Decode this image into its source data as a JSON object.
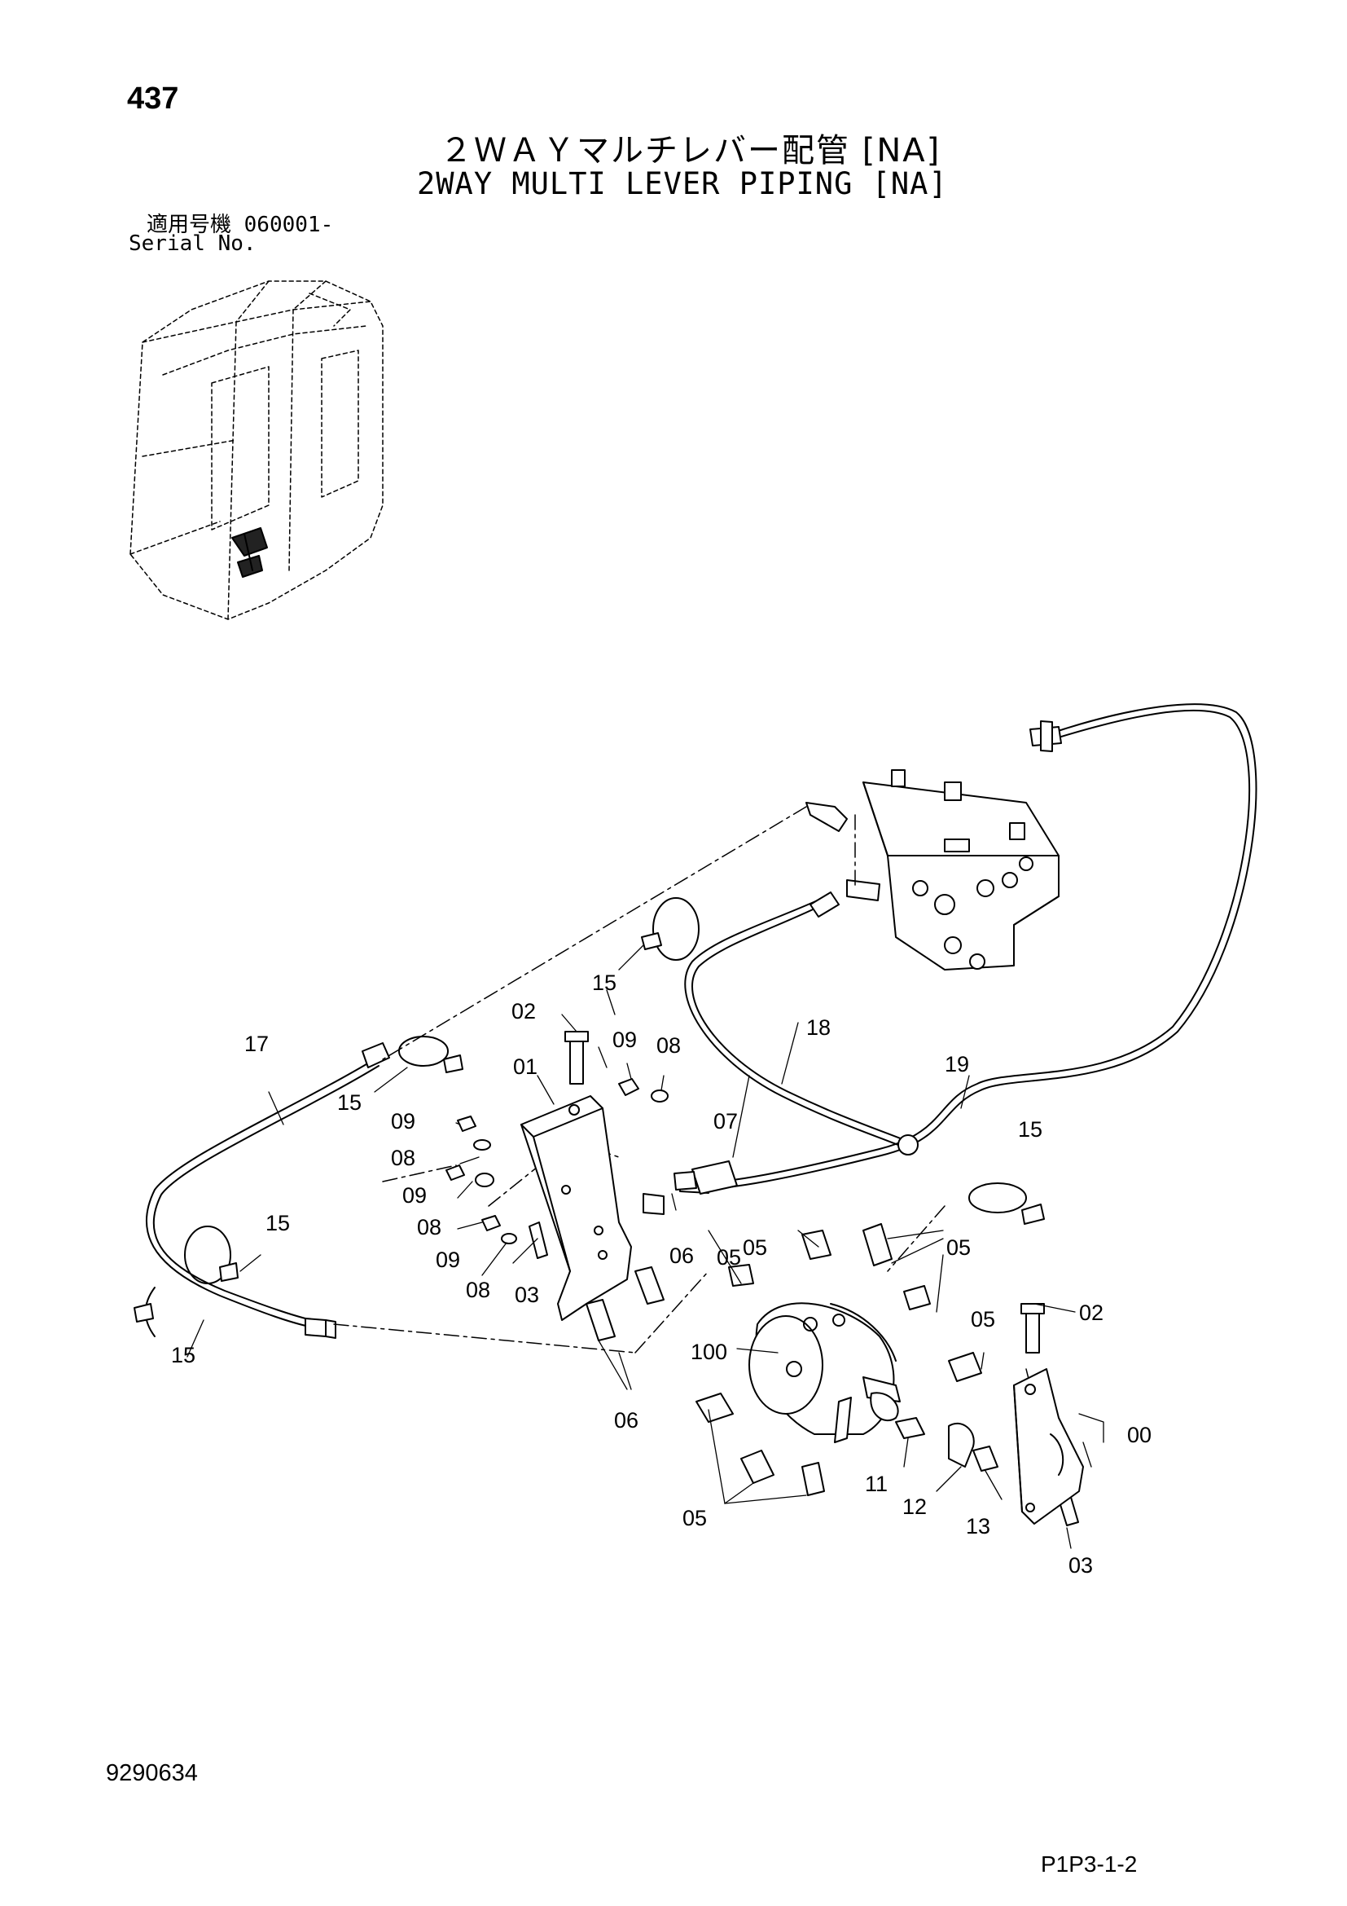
{
  "header": {
    "page_number": "437",
    "title_jp": "２ＷＡＹマルチレバー配管 [NA]",
    "title_en": "2WAY MULTI LEVER PIPING [NA]",
    "serial_jp": "適用号機  060001-",
    "serial_en": "Serial No."
  },
  "footer": {
    "document_number": "9290634",
    "page_code": "P1P3-1-2"
  },
  "callouts": {
    "c00": "00",
    "c01": "01",
    "c02a": "02",
    "c02b": "02",
    "c03a": "03",
    "c03b": "03",
    "c05a": "05",
    "c05b": "05",
    "c05c": "05",
    "c05d": "05",
    "c05e": "05",
    "c06a": "06",
    "c06b": "06",
    "c07": "07",
    "c08a": "08",
    "c08b": "08",
    "c08c": "08",
    "c08d": "08",
    "c09a": "09",
    "c09b": "09",
    "c09c": "09",
    "c09d": "09",
    "c11": "11",
    "c12": "12",
    "c13": "13",
    "c15a": "15",
    "c15b": "15",
    "c15c": "15",
    "c15d": "15",
    "c15e": "15",
    "c17": "17",
    "c18": "18",
    "c19": "19",
    "c100": "100"
  }
}
